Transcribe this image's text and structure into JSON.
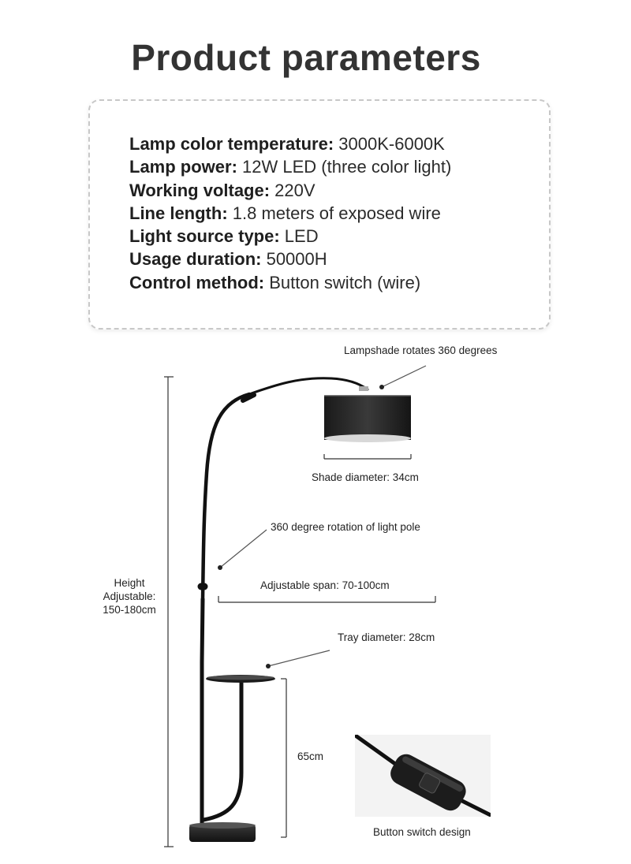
{
  "title": "Product parameters",
  "specs": [
    {
      "label": "Lamp color temperature:",
      "value": " 3000K-6000K"
    },
    {
      "label": "Lamp power:",
      "value": " 12W LED (three color light)"
    },
    {
      "label": "Working voltage:",
      "value": " 220V"
    },
    {
      "label": "Line length:",
      "value": " 1.8 meters of exposed wire"
    },
    {
      "label": "Light source type:",
      "value": " LED"
    },
    {
      "label": "Usage duration:",
      "value": " 50000H"
    },
    {
      "label": "Control method:",
      "value": " Button switch (wire)"
    }
  ],
  "diagram": {
    "lampshade_rotates": "Lampshade rotates 360 degrees",
    "shade_diameter": "Shade diameter: 34cm",
    "pole_rotation": "360 degree rotation of light pole",
    "adjustable_span": "Adjustable span: 70-100cm",
    "tray_diameter": "Tray diameter: 28cm",
    "height_line1": "Height",
    "height_line2": "Adjustable:",
    "height_line3": "150-180cm",
    "tray_height": "65cm",
    "button_switch": "Button switch design"
  }
}
